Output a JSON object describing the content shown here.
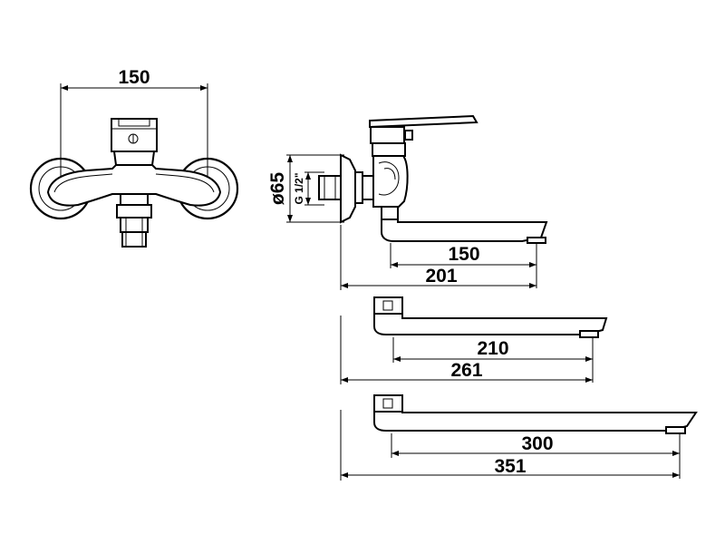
{
  "front_view": {
    "width_dim": "150"
  },
  "side_view": {
    "diameter_dim": "ø65",
    "thread_dim": "G 1/2\"",
    "spout_reach_dim": "150",
    "total_depth_dim": "201"
  },
  "spout_210": {
    "spout_reach_dim": "210",
    "total_depth_dim": "261"
  },
  "spout_300": {
    "spout_reach_dim": "300",
    "total_depth_dim": "351"
  },
  "colors": {
    "line": "#000000",
    "background": "#ffffff"
  }
}
